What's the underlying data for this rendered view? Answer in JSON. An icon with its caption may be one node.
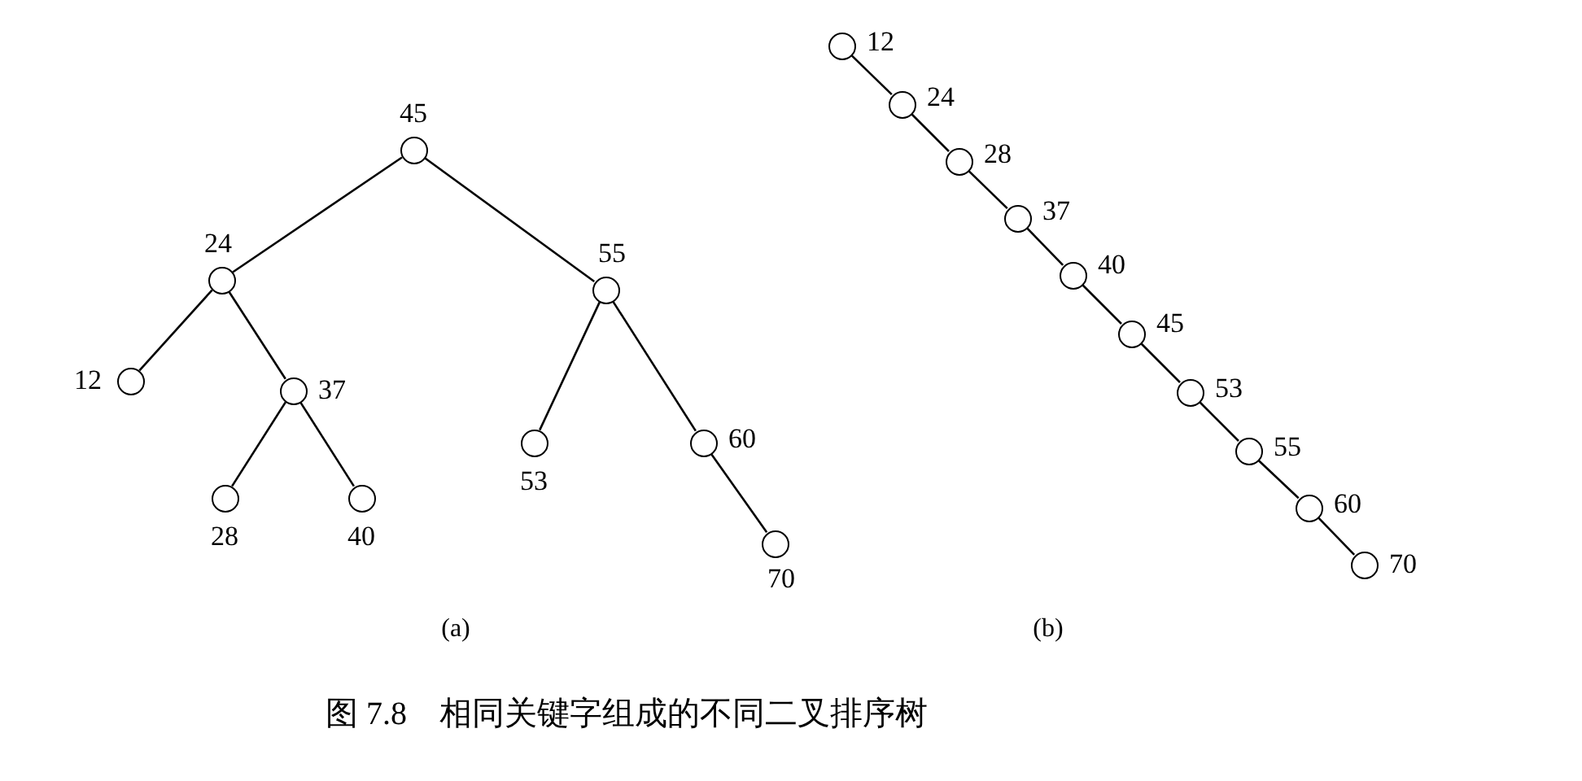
{
  "diagram": {
    "caption": "图 7.8　相同关键字组成的不同二叉排序树",
    "nodes": [
      {
        "text": [
          "45"
        ]
      },
      {
        "text": [
          "24"
        ]
      },
      {
        "text": [
          "55"
        ]
      },
      {
        "text": [
          "12"
        ]
      },
      {
        "text": [
          "37"
        ]
      },
      {
        "text": [
          "53"
        ]
      },
      {
        "text": [
          "60"
        ]
      },
      {
        "text": [
          "28"
        ]
      },
      {
        "text": [
          "40"
        ]
      },
      {
        "text": [
          "70"
        ]
      },
      {
        "text": [
          "12"
        ]
      },
      {
        "text": [
          "24"
        ]
      },
      {
        "text": [
          "28"
        ]
      },
      {
        "text": [
          "37"
        ]
      },
      {
        "text": [
          "40"
        ]
      },
      {
        "text": [
          "45"
        ]
      },
      {
        "text": [
          "53"
        ]
      },
      {
        "text": [
          "55"
        ]
      },
      {
        "text": [
          "60"
        ]
      },
      {
        "text": [
          "70"
        ]
      }
    ],
    "edges": [
      {
        "from": 0,
        "to": 1,
        "arrow": "none"
      },
      {
        "from": 0,
        "to": 2,
        "arrow": "none"
      },
      {
        "from": 1,
        "to": 3,
        "arrow": "none"
      },
      {
        "from": 1,
        "to": 4,
        "arrow": "none"
      },
      {
        "from": 4,
        "to": 7,
        "arrow": "none"
      },
      {
        "from": 4,
        "to": 8,
        "arrow": "none"
      },
      {
        "from": 2,
        "to": 5,
        "arrow": "none"
      },
      {
        "from": 2,
        "to": 6,
        "arrow": "none"
      },
      {
        "from": 6,
        "to": 9,
        "arrow": "none"
      },
      {
        "from": 10,
        "to": 11,
        "arrow": "none"
      },
      {
        "from": 11,
        "to": 12,
        "arrow": "none"
      },
      {
        "from": 12,
        "to": 13,
        "arrow": "none"
      },
      {
        "from": 13,
        "to": 14,
        "arrow": "none"
      },
      {
        "from": 14,
        "to": 15,
        "arrow": "none"
      },
      {
        "from": 15,
        "to": 16,
        "arrow": "none"
      },
      {
        "from": 16,
        "to": 17,
        "arrow": "none"
      },
      {
        "from": 17,
        "to": 18,
        "arrow": "none"
      },
      {
        "from": 18,
        "to": 19,
        "arrow": "none"
      }
    ],
    "labels": [
      "(a)",
      "(b)"
    ]
  }
}
